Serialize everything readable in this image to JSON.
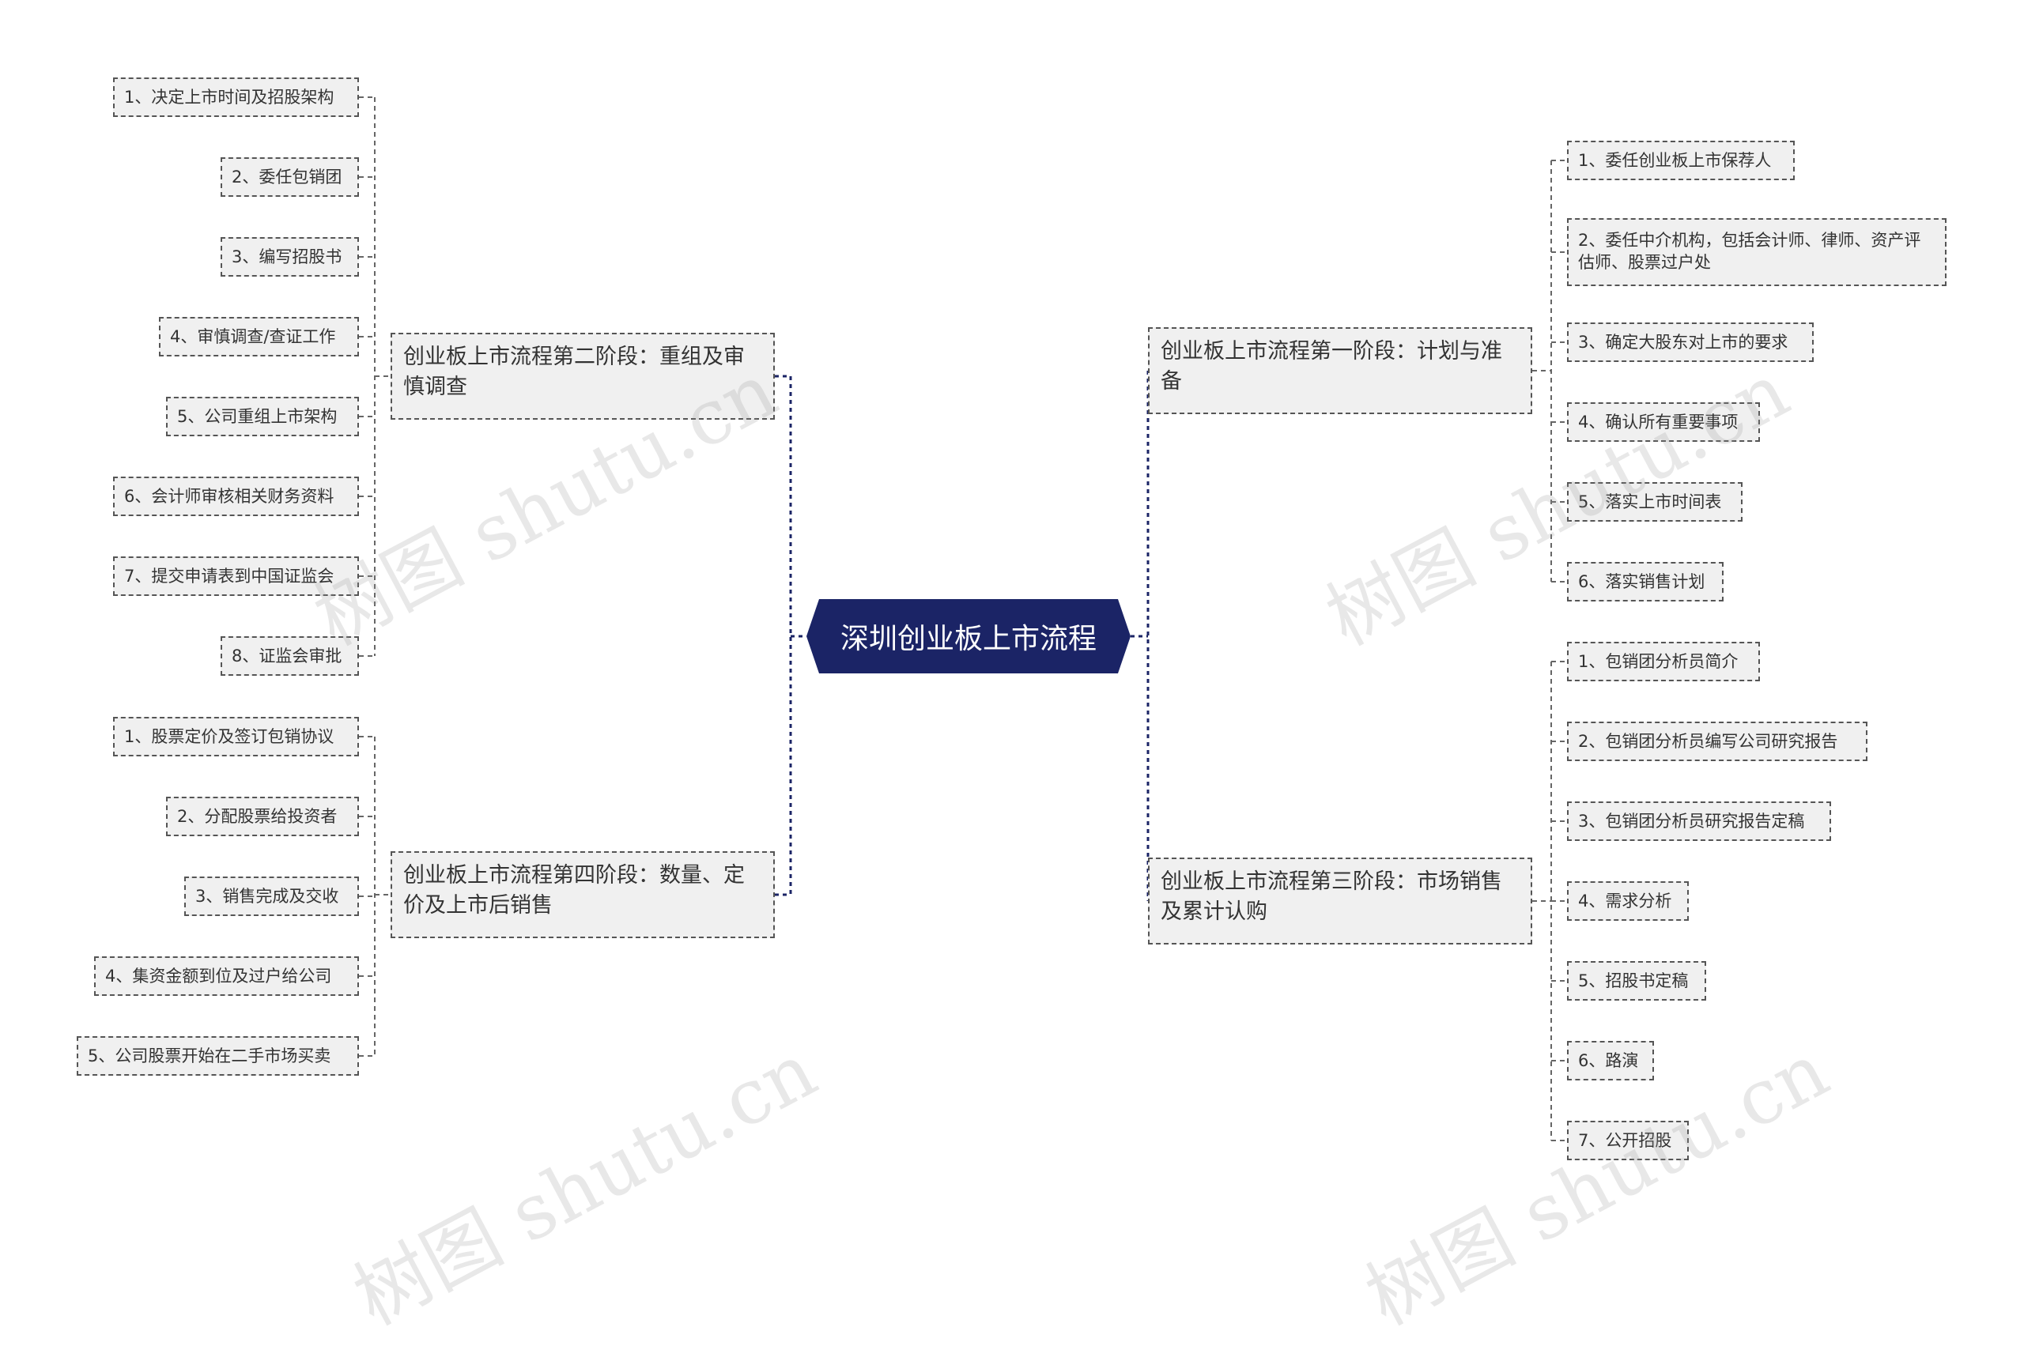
{
  "root": "深圳创业板上市流程",
  "branches": {
    "stage1": "创业板上市流程第一阶段：计划与准备",
    "stage2": "创业板上市流程第二阶段：重组及审慎调查",
    "stage3": "创业板上市流程第三阶段：市场销售及累计认购",
    "stage4": "创业板上市流程第四阶段：数量、定价及上市后销售"
  },
  "stage1_items": [
    "1、委任创业板上市保荐人",
    "2、委任中介机构，包括会计师、律师、资产评估师、股票过户处",
    "3、确定大股东对上市的要求",
    "4、确认所有重要事项",
    "5、落实上市时间表",
    "6、落实销售计划"
  ],
  "stage2_items": [
    "1、决定上市时间及招股架构",
    "2、委任包销团",
    "3、编写招股书",
    "4、审慎调查/查证工作",
    "5、公司重组上市架构",
    "6、会计师审核相关财务资料",
    "7、提交申请表到中国证监会",
    "8、证监会审批"
  ],
  "stage3_items": [
    "1、包销团分析员简介",
    "2、包销团分析员编写公司研究报告",
    "3、包销团分析员研究报告定稿",
    "4、需求分析",
    "5、招股书定稿",
    "6、路演",
    "7、公开招股"
  ],
  "stage4_items": [
    "1、股票定价及签订包销协议",
    "2、分配股票给投资者",
    "3、销售完成及交收",
    "4、集资金额到位及过户给公司",
    "5、公司股票开始在二手市场买卖"
  ],
  "watermark": "树图 shutu.cn",
  "colors": {
    "root_fill": "#1b2466",
    "node_fill": "#f0f0f0",
    "border": "#555555",
    "connector": "#1b2466"
  }
}
